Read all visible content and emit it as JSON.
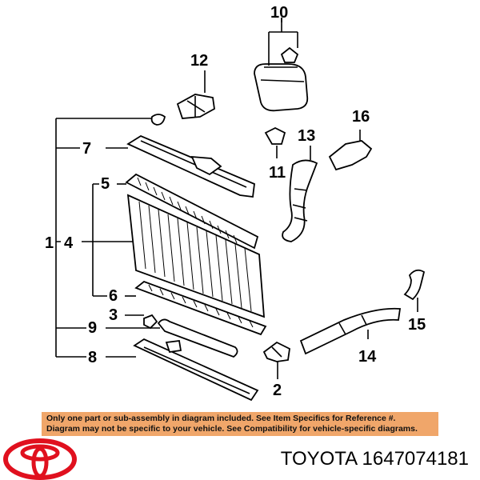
{
  "callouts": {
    "c1": "1",
    "c2": "2",
    "c3": "3",
    "c4": "4",
    "c5": "5",
    "c6": "6",
    "c7": "7",
    "c8": "8",
    "c9": "9",
    "c10": "10",
    "c11": "11",
    "c12": "12",
    "c13": "13",
    "c14": "14",
    "c15": "15",
    "c16": "16"
  },
  "notice": {
    "line1": "Only one part or sub-assembly in diagram included. See Item Specifics for Reference #.",
    "line2": "Diagram may not be specific to your vehicle. See Compatibility for vehicle-specific diagrams."
  },
  "colors": {
    "notice_bg": "#f0a66a",
    "logo_red": "#e0101e"
  },
  "logo": {
    "icon": "toyota-logo-icon"
  },
  "part_label": "TOYOTA 1647074181"
}
